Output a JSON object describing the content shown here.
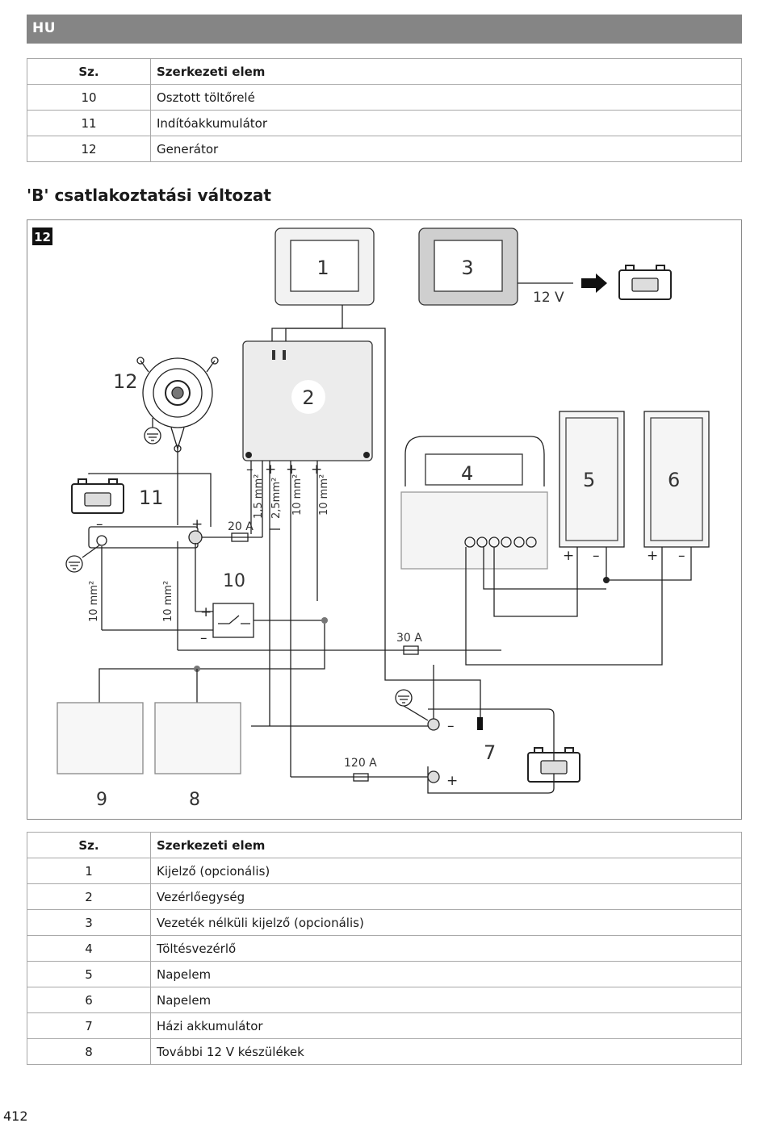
{
  "header": {
    "language": "HU"
  },
  "table_top": {
    "headers": [
      "Sz.",
      "Szerkezeti elem"
    ],
    "rows": [
      {
        "num": "10",
        "name": "Osztott töltőrelé"
      },
      {
        "num": "11",
        "name": "Indítóakkumulátor"
      },
      {
        "num": "12",
        "name": "Generátor"
      }
    ]
  },
  "section_heading": "'B' csatlakoztatási változat",
  "figure": {
    "number": "12",
    "callouts": [
      "1",
      "2",
      "3",
      "4",
      "5",
      "6",
      "7",
      "8",
      "9",
      "10",
      "11",
      "12"
    ],
    "voltage": "12 V",
    "fuses": [
      "20 A",
      "30 A",
      "120 A"
    ],
    "cross_sections": [
      "1,5 mm²",
      "2,5mm²",
      "10 mm²",
      "10 mm²",
      "10 mm²",
      "10 mm²"
    ],
    "plus": "+",
    "minus": "–"
  },
  "table_bottom": {
    "headers": [
      "Sz.",
      "Szerkezeti elem"
    ],
    "rows": [
      {
        "num": "1",
        "name": "Kijelző (opcionális)"
      },
      {
        "num": "2",
        "name": "Vezérlőegység"
      },
      {
        "num": "3",
        "name": "Vezeték nélküli kijelző (opcionális)"
      },
      {
        "num": "4",
        "name": "Töltésvezérlő"
      },
      {
        "num": "5",
        "name": "Napelem"
      },
      {
        "num": "6",
        "name": "Napelem"
      },
      {
        "num": "7",
        "name": "Házi akkumulátor"
      },
      {
        "num": "8",
        "name": "További 12 V készülékek"
      }
    ]
  },
  "page_number": "412"
}
